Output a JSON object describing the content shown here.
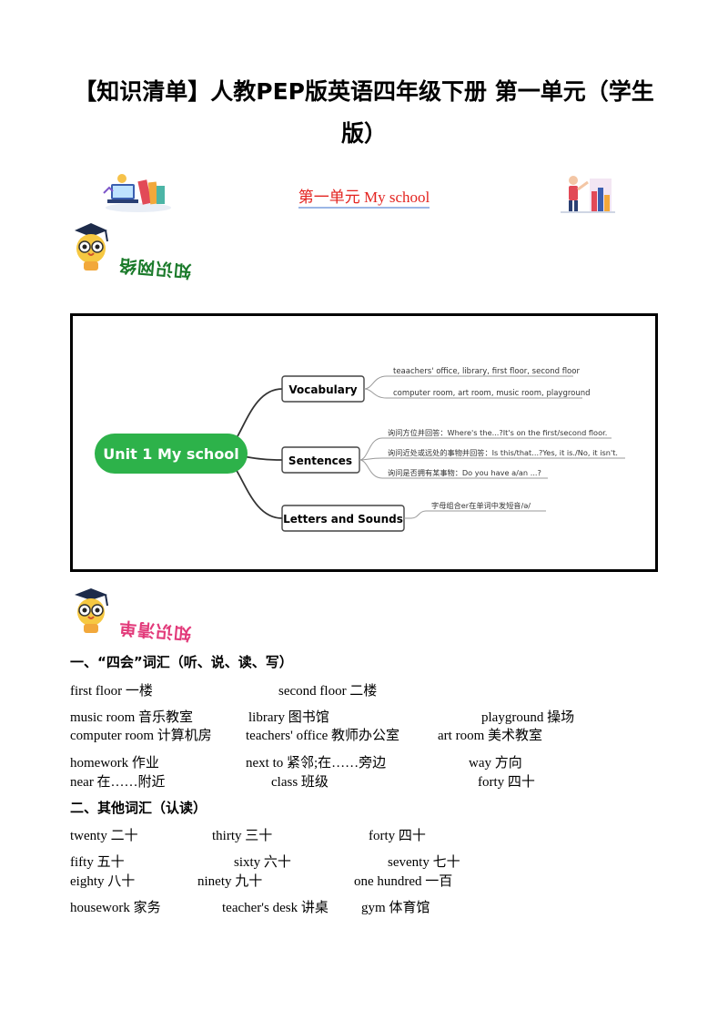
{
  "title": {
    "line1": "【知识清单】人教PEP版英语四年级下册 第一单元（学生",
    "line2": "版）"
  },
  "unit_heading": "第一单元  My  school",
  "stamps": {
    "knowledge_network": "知识网络",
    "knowledge_list": "知识清单"
  },
  "mindmap": {
    "root": "Unit 1 My school",
    "branches": [
      {
        "label": "Vocabulary",
        "leaves": [
          "teaachers' office, library, first floor, second floor",
          "computer room, art room, music room, playground"
        ]
      },
      {
        "label": "Sentences",
        "leaves": [
          "询问方位并回答：Where's the...?It's on the first/second floor.",
          "询问近处或远处的事物并回答：Is this/that...?Yes, it is./No, it isn't.",
          "询问是否拥有某事物：Do you have a/an ...?"
        ]
      },
      {
        "label": "Letters and Sounds",
        "leaves": [
          "字母组合er在单词中发短音/ə/"
        ]
      }
    ]
  },
  "section1": {
    "title": "一、“四会”词汇（听、说、读、写）",
    "rows": [
      [
        "first  floor 一楼",
        "second  floor 二楼"
      ],
      [
        "music  room 音乐教室",
        "library 图书馆",
        "playground 操场"
      ],
      [
        "computer  room 计算机房",
        "teachers'  office 教师办公室",
        "art  room 美术教室"
      ],
      [
        "homework 作业",
        "next  to  紧邻;在……旁边",
        "way 方向"
      ],
      [
        "near  在……附近",
        "class 班级",
        "forty 四十"
      ]
    ]
  },
  "section2": {
    "title": "二、其他词汇（认读）",
    "rows": [
      [
        "twenty  二十",
        "thirty  三十",
        "forty  四十"
      ],
      [
        "fifty  五十",
        "sixty  六十",
        "seventy  七十"
      ],
      [
        "eighty 八十",
        "ninety 九十",
        "one  hundred 一百"
      ],
      [
        "housework  家务",
        "teacher's  desk 讲桌",
        "gym 体育馆"
      ]
    ]
  }
}
